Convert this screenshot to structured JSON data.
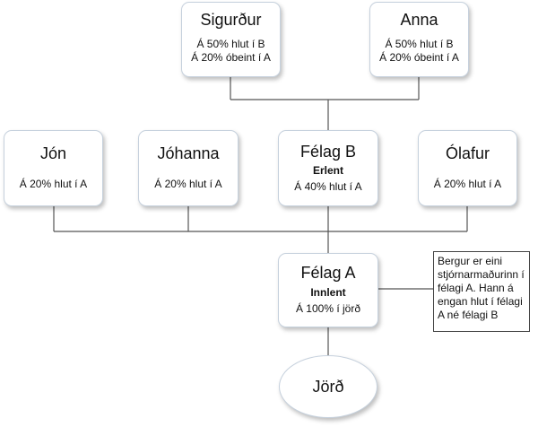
{
  "nodes": {
    "sigurdur": {
      "name": "Sigurður",
      "line1": "Á 50% hlut í B",
      "line2": "Á 20% óbeint í A"
    },
    "anna": {
      "name": "Anna",
      "line1": "Á 50% hlut í B",
      "line2": "Á 20% óbeint í A"
    },
    "jon": {
      "name": "Jón",
      "line1": "Á 20% hlut í A"
    },
    "johanna": {
      "name": "Jóhanna",
      "line1": "Á 20% hlut í A"
    },
    "felag_b": {
      "name": "Félag B",
      "type": "Erlent",
      "line1": "Á 40% hlut í A"
    },
    "olafur": {
      "name": "Ólafur",
      "line1": "Á 20% hlut í A"
    },
    "felag_a": {
      "name": "Félag A",
      "type": "Innlent",
      "line1": "Á 100% í jörð"
    },
    "jord": {
      "name": "Jörð"
    }
  },
  "note": {
    "text": "Bergur er eini stjórnarmaðurinn í félagi A. Hann á engan hlut í félagi A né félagi B"
  },
  "colors": {
    "line": "#555555",
    "box_border": "#c6d1dd"
  }
}
